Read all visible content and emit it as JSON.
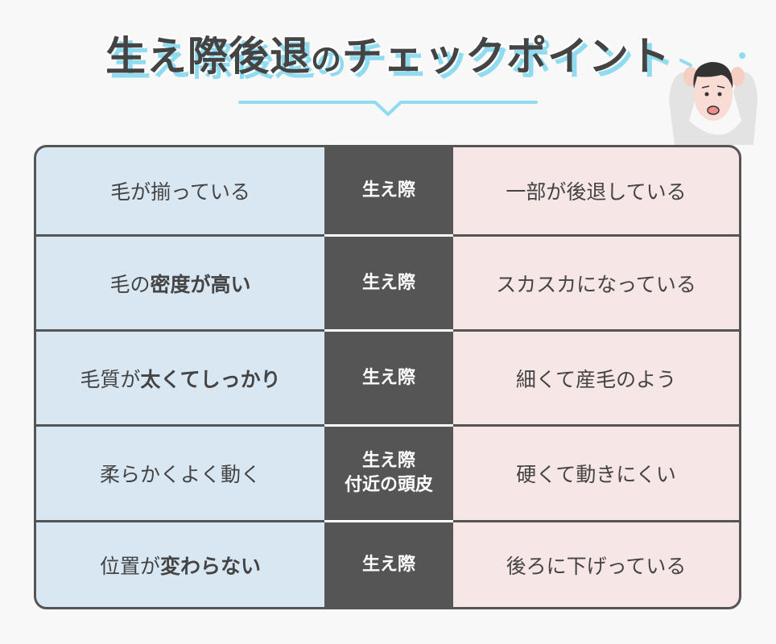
{
  "title": {
    "part1": "生え際後退",
    "part2": "の",
    "part3": "チェックポイント"
  },
  "colors": {
    "left_bg": "#d9e7f2",
    "middle_bg": "#555555",
    "right_bg": "#f7e6e6",
    "accent": "#8fdcf0",
    "text": "#444444"
  },
  "illustration": "worried-man-holding-head",
  "rows": [
    {
      "left_normal": "毛が揃っている",
      "left_bold": "",
      "middle": [
        "生え際"
      ],
      "right": "一部が後退している"
    },
    {
      "left_normal": "毛の",
      "left_bold": "密度が高い",
      "middle": [
        "生え際"
      ],
      "right": "スカスカになっている"
    },
    {
      "left_normal": "毛質が",
      "left_bold": "太くてしっかり",
      "middle": [
        "生え際"
      ],
      "right": "細くて産毛のよう"
    },
    {
      "left_normal": "柔らかくよく動く",
      "left_bold": "",
      "middle": [
        "生え際",
        "付近の頭皮"
      ],
      "right": "硬くて動きにくい"
    },
    {
      "left_normal": "位置が",
      "left_bold": "変わらない",
      "middle": [
        "生え際"
      ],
      "right": "後ろに下げっている"
    }
  ]
}
